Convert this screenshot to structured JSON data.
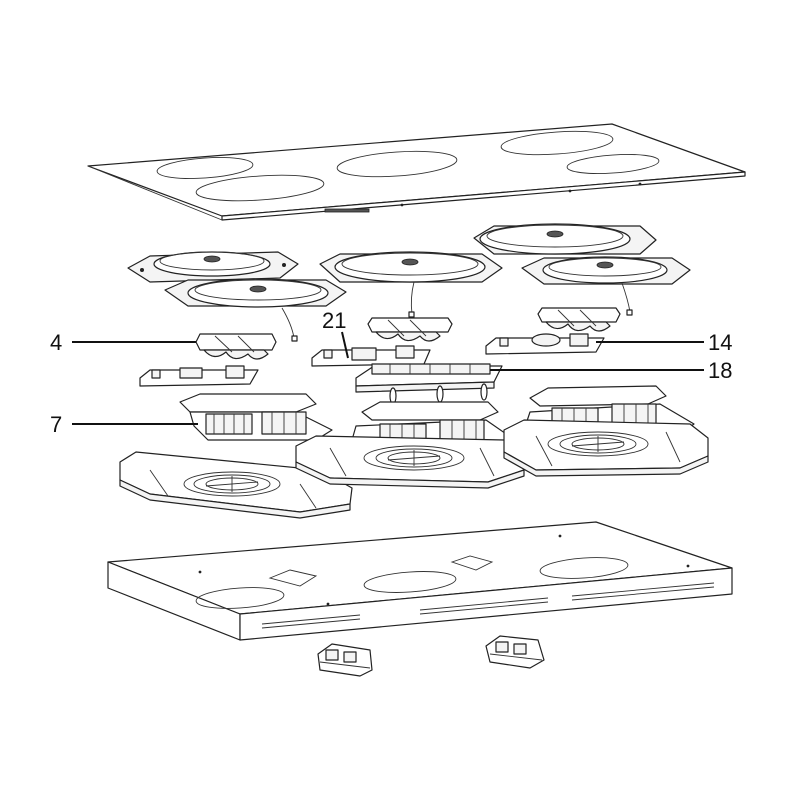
{
  "callouts": {
    "c4": "4",
    "c7": "7",
    "c14": "14",
    "c18": "18",
    "c21": "21"
  }
}
